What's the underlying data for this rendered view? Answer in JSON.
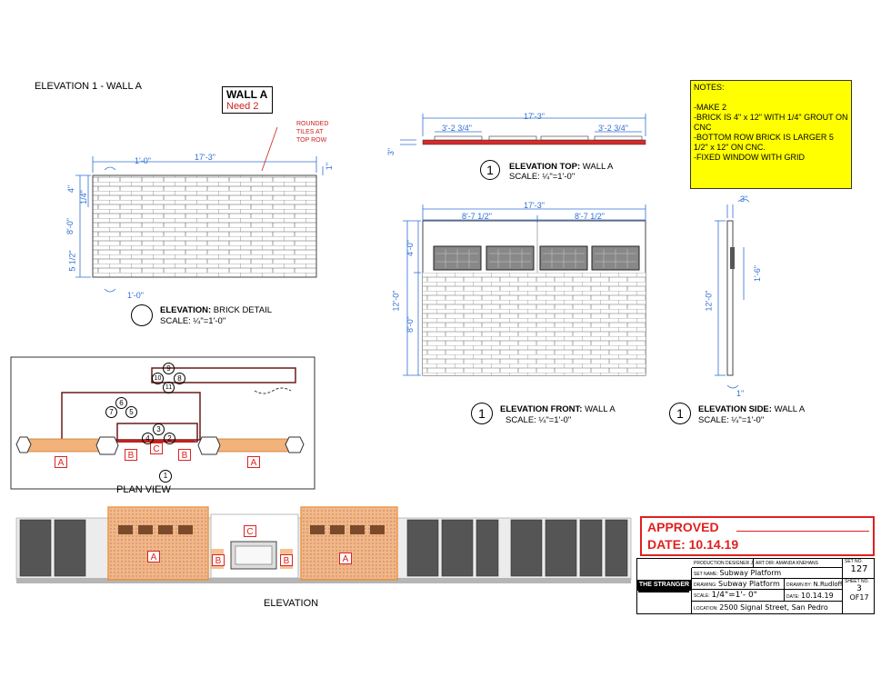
{
  "sheet_title": "ELEVATION 1 - WALL A",
  "wall_box": {
    "title": "WALL A",
    "need": "Need 2"
  },
  "callout": {
    "line1": "ROUNDED",
    "line2": "TILES AT",
    "line3": "TOP ROW"
  },
  "brick_detail": {
    "width_dim": "17'-3\"",
    "top_brick_dim": "1'-0\"",
    "bottom_brick_dim": "1'-0\"",
    "left_top_dim": "4\"",
    "left_quarter_dim": "1/4\"",
    "left_height_dim": "8'-0\"",
    "left_half_dim": "5 1/2\"",
    "right_dim": "1\"",
    "label_bold": "ELEVATION:",
    "label_rest": "BRICK DETAIL",
    "scale": "SCALE: ¼\"=1'-0\""
  },
  "elev_top": {
    "width_dim": "17'-3\"",
    "left_seg_dim": "3'-2 3/4\"",
    "right_seg_dim": "3'-2 3/4\"",
    "left_side_dim": "3\"",
    "number": "1",
    "label_bold": "ELEVATION TOP:",
    "label_rest": "WALL A",
    "scale": "SCALE: ¼\"=1'-0\""
  },
  "elev_front": {
    "width_dim": "17'-3\"",
    "left_half_dim": "8'-7 1/2\"",
    "right_half_dim": "8'-7 1/2\"",
    "total_height_dim": "12'-0\"",
    "top_dim": "4'-0\"",
    "bottom_dim": "8'-0\"",
    "number": "1",
    "label_bold": "ELEVATION FRONT:",
    "label_rest": "WALL A",
    "scale": "SCALE: ¼\"=1'-0\""
  },
  "elev_side": {
    "top_dim": "3\"",
    "mid_dim": "1'-6\"",
    "height_dim": "12'-0\"",
    "bottom_dim": "1\"",
    "number": "1",
    "label_bold": "ELEVATION SIDE:",
    "label_rest": "WALL A",
    "scale": "SCALE: ¼\"=1'-0\""
  },
  "notes": {
    "title": "NOTES:",
    "items": [
      "-MAKE 2",
      "-BRICK IS 4\" x 12\" WITH 1/4\" GROUT ON CNC",
      "-BOTTOM ROW BRICK IS LARGER 5 1/2\" x 12\" ON CNC.",
      "-FIXED WINDOW WITH GRID"
    ]
  },
  "plan_view": {
    "title": "PLAN VIEW",
    "tags": [
      "A",
      "B",
      "C",
      "B",
      "A"
    ],
    "markers": [
      "1",
      "2",
      "3",
      "4",
      "5",
      "6",
      "7",
      "8",
      "9",
      "10",
      "11"
    ]
  },
  "elevation_strip": {
    "title": "ELEVATION",
    "tags": [
      "A",
      "B",
      "C",
      "B",
      "A"
    ]
  },
  "approved": {
    "line1": "APPROVED",
    "line2": "DATE: 10.14.19"
  },
  "title_block": {
    "production_designer": "PRODUCTION DESIGNER JENNY MOLLER",
    "art_dir": "ART DIR: AMANDA KNEHANS",
    "set_no_label": "SET NO.",
    "set_no": "127",
    "logo": "THE STRANGER",
    "set_name_label": "SET NAME:",
    "set_name": "Subway Platform",
    "drawing_label": "DRAWING:",
    "drawing": "Subway Platform",
    "drawn_by_label": "DRAWN BY:",
    "drawn_by": "N.Rudloff",
    "sheet_no_label": "SHEET NO.",
    "sheet_no": "3",
    "sheet_of": "OF17",
    "scale_label": "SCALE:",
    "scale": "1/4\"=1'- 0\"",
    "date_label": "DATE:",
    "date": "10.14.19",
    "location_label": "LOCATION:",
    "location": "2500 Signal Street, San Pedro"
  },
  "colors": {
    "dimension": "#2f6fd6",
    "callout": "#cc1f1f",
    "notes_bg": "#ffff00",
    "approved": "#e02020",
    "highlight": "#f4a860"
  }
}
